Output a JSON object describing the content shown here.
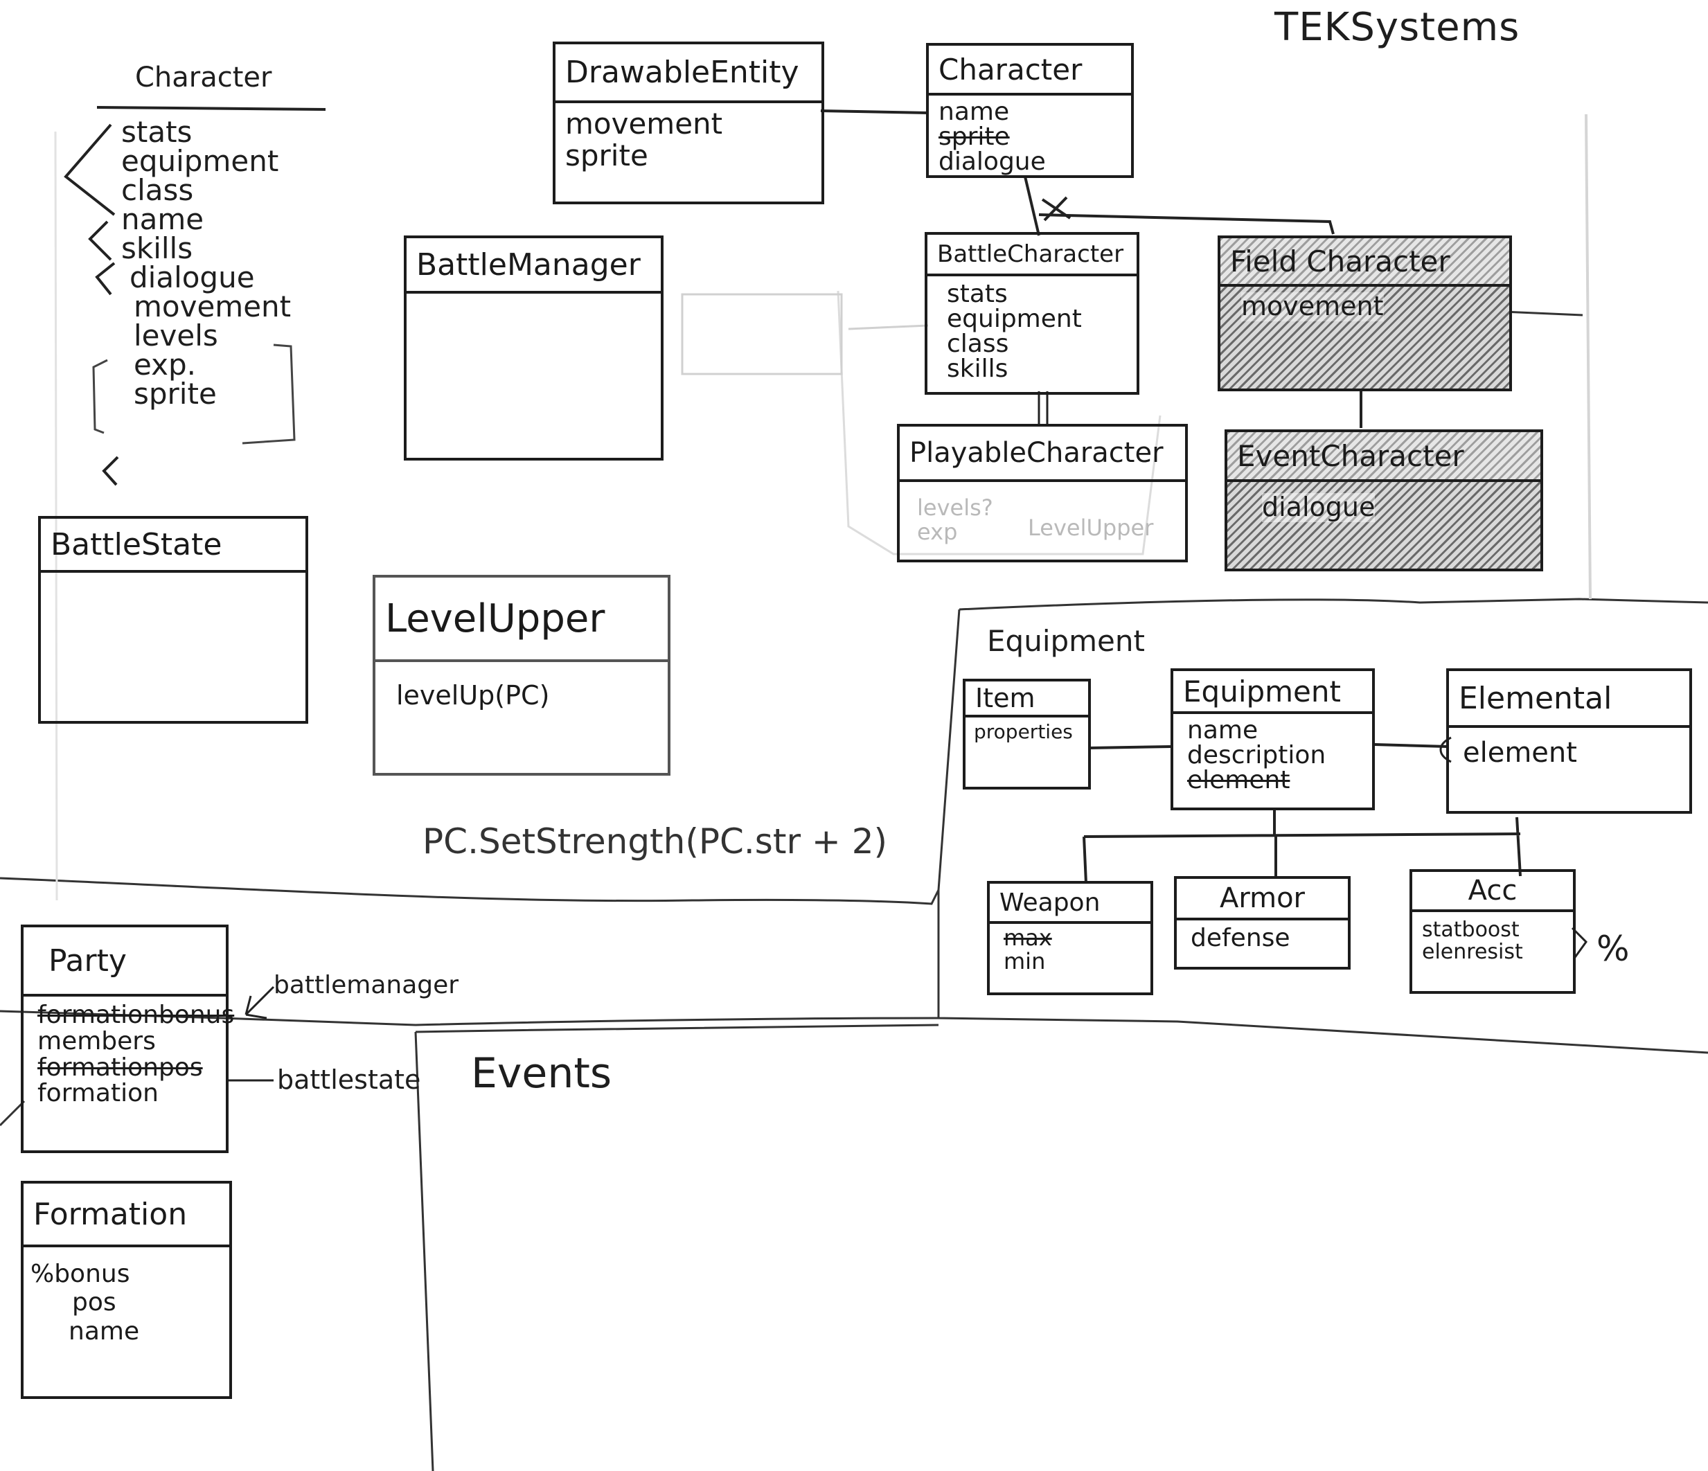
{
  "header": {
    "company": "TEKSystems"
  },
  "notes": {
    "heading": "Character",
    "list": [
      "stats",
      "equipment",
      "class",
      "name",
      "skills",
      "dialogue",
      "movement",
      "levels",
      "exp.",
      "sprite"
    ],
    "formula": "PC.SetStrength(PC.str + 2)"
  },
  "boxes": {
    "drawable_entity": {
      "title": "DrawableEntity",
      "attrs": [
        "movement",
        "sprite"
      ]
    },
    "character": {
      "title": "Character",
      "attrs": [
        "name",
        "sprite",
        "dialogue"
      ]
    },
    "battle_manager": {
      "title": "BattleManager"
    },
    "battle_character": {
      "title": "BattleCharacter",
      "attrs": [
        "stats",
        "equipment",
        "class",
        "skills"
      ]
    },
    "field_character": {
      "title": "Field Character",
      "attrs": [
        "movement"
      ]
    },
    "playable_character": {
      "title": "PlayableCharacter",
      "attrs": [
        "levels?",
        "exp",
        "LevelUpper"
      ]
    },
    "event_character": {
      "title": "EventCharacter",
      "attrs": [
        "dialogue"
      ]
    },
    "battle_state": {
      "title": "BattleState"
    },
    "level_upper": {
      "title": "LevelUpper",
      "method": "levelUp(PC)"
    },
    "item": {
      "title": "Item",
      "attrs": [
        "properties"
      ]
    },
    "equipment": {
      "title": "Equipment",
      "attrs": [
        "name",
        "description",
        "element"
      ]
    },
    "elemental": {
      "title": "Elemental",
      "attrs": [
        "element"
      ]
    },
    "weapon": {
      "title": "Weapon",
      "attrs": [
        "max",
        "min"
      ]
    },
    "armor": {
      "title": "Armor",
      "attrs": [
        "defense"
      ]
    },
    "acc": {
      "title": "Acc",
      "attrs": [
        "statboost",
        "elenresist"
      ],
      "suffix": "%"
    },
    "party": {
      "title": "Party",
      "attrs": [
        "formationbonus",
        "members",
        "formationpos",
        "formation"
      ]
    },
    "formation": {
      "title": "Formation",
      "attrs": [
        "%bonus",
        "pos",
        "name"
      ]
    }
  },
  "regions": {
    "equipment_label": "Equipment",
    "events_label": "Events"
  },
  "annotations": {
    "battlemanager": "battlemanager",
    "battlestate": "battlestate"
  }
}
